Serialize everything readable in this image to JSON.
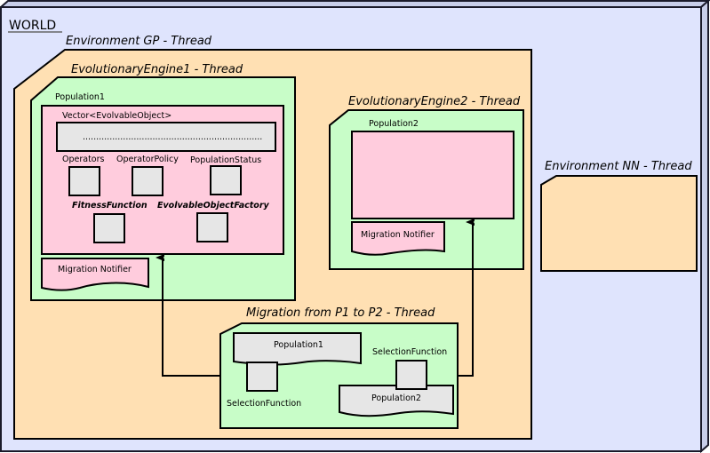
{
  "world": {
    "label": "WORLD"
  },
  "environment_gp": {
    "title": "Environment GP - Thread",
    "engine1": {
      "title": "EvolutionaryEngine1 - Thread",
      "population": {
        "label": "Population1",
        "vector_label": "Vector<EvolvableObject>",
        "vector_content": "...................................................................",
        "components": [
          {
            "label": "Operators"
          },
          {
            "label": "OperatorPolicy"
          },
          {
            "label": "PopulationStatus"
          },
          {
            "label": "FitnessFunction"
          },
          {
            "label": "EvolvableObjectFactory"
          }
        ]
      },
      "migration_notifier": "Migration Notifier"
    },
    "engine2": {
      "title": "EvolutionaryEngine2 - Thread",
      "population": {
        "label": "Population2"
      },
      "migration_notifier": "Migration Notifier"
    },
    "migration": {
      "title": "Migration from P1 to P2 - Thread",
      "source_population": "Population1",
      "source_selection": "SelectionFunction",
      "target_population": "Population2",
      "target_selection": "SelectionFunction"
    }
  },
  "environment_nn": {
    "title": "Environment NN - Thread"
  },
  "colors": {
    "world": "#dfe4fd",
    "environment": "#ffe0b3",
    "engine": "#c8fdc8",
    "population": "#ffccdd",
    "component": "#e6e6e6"
  }
}
